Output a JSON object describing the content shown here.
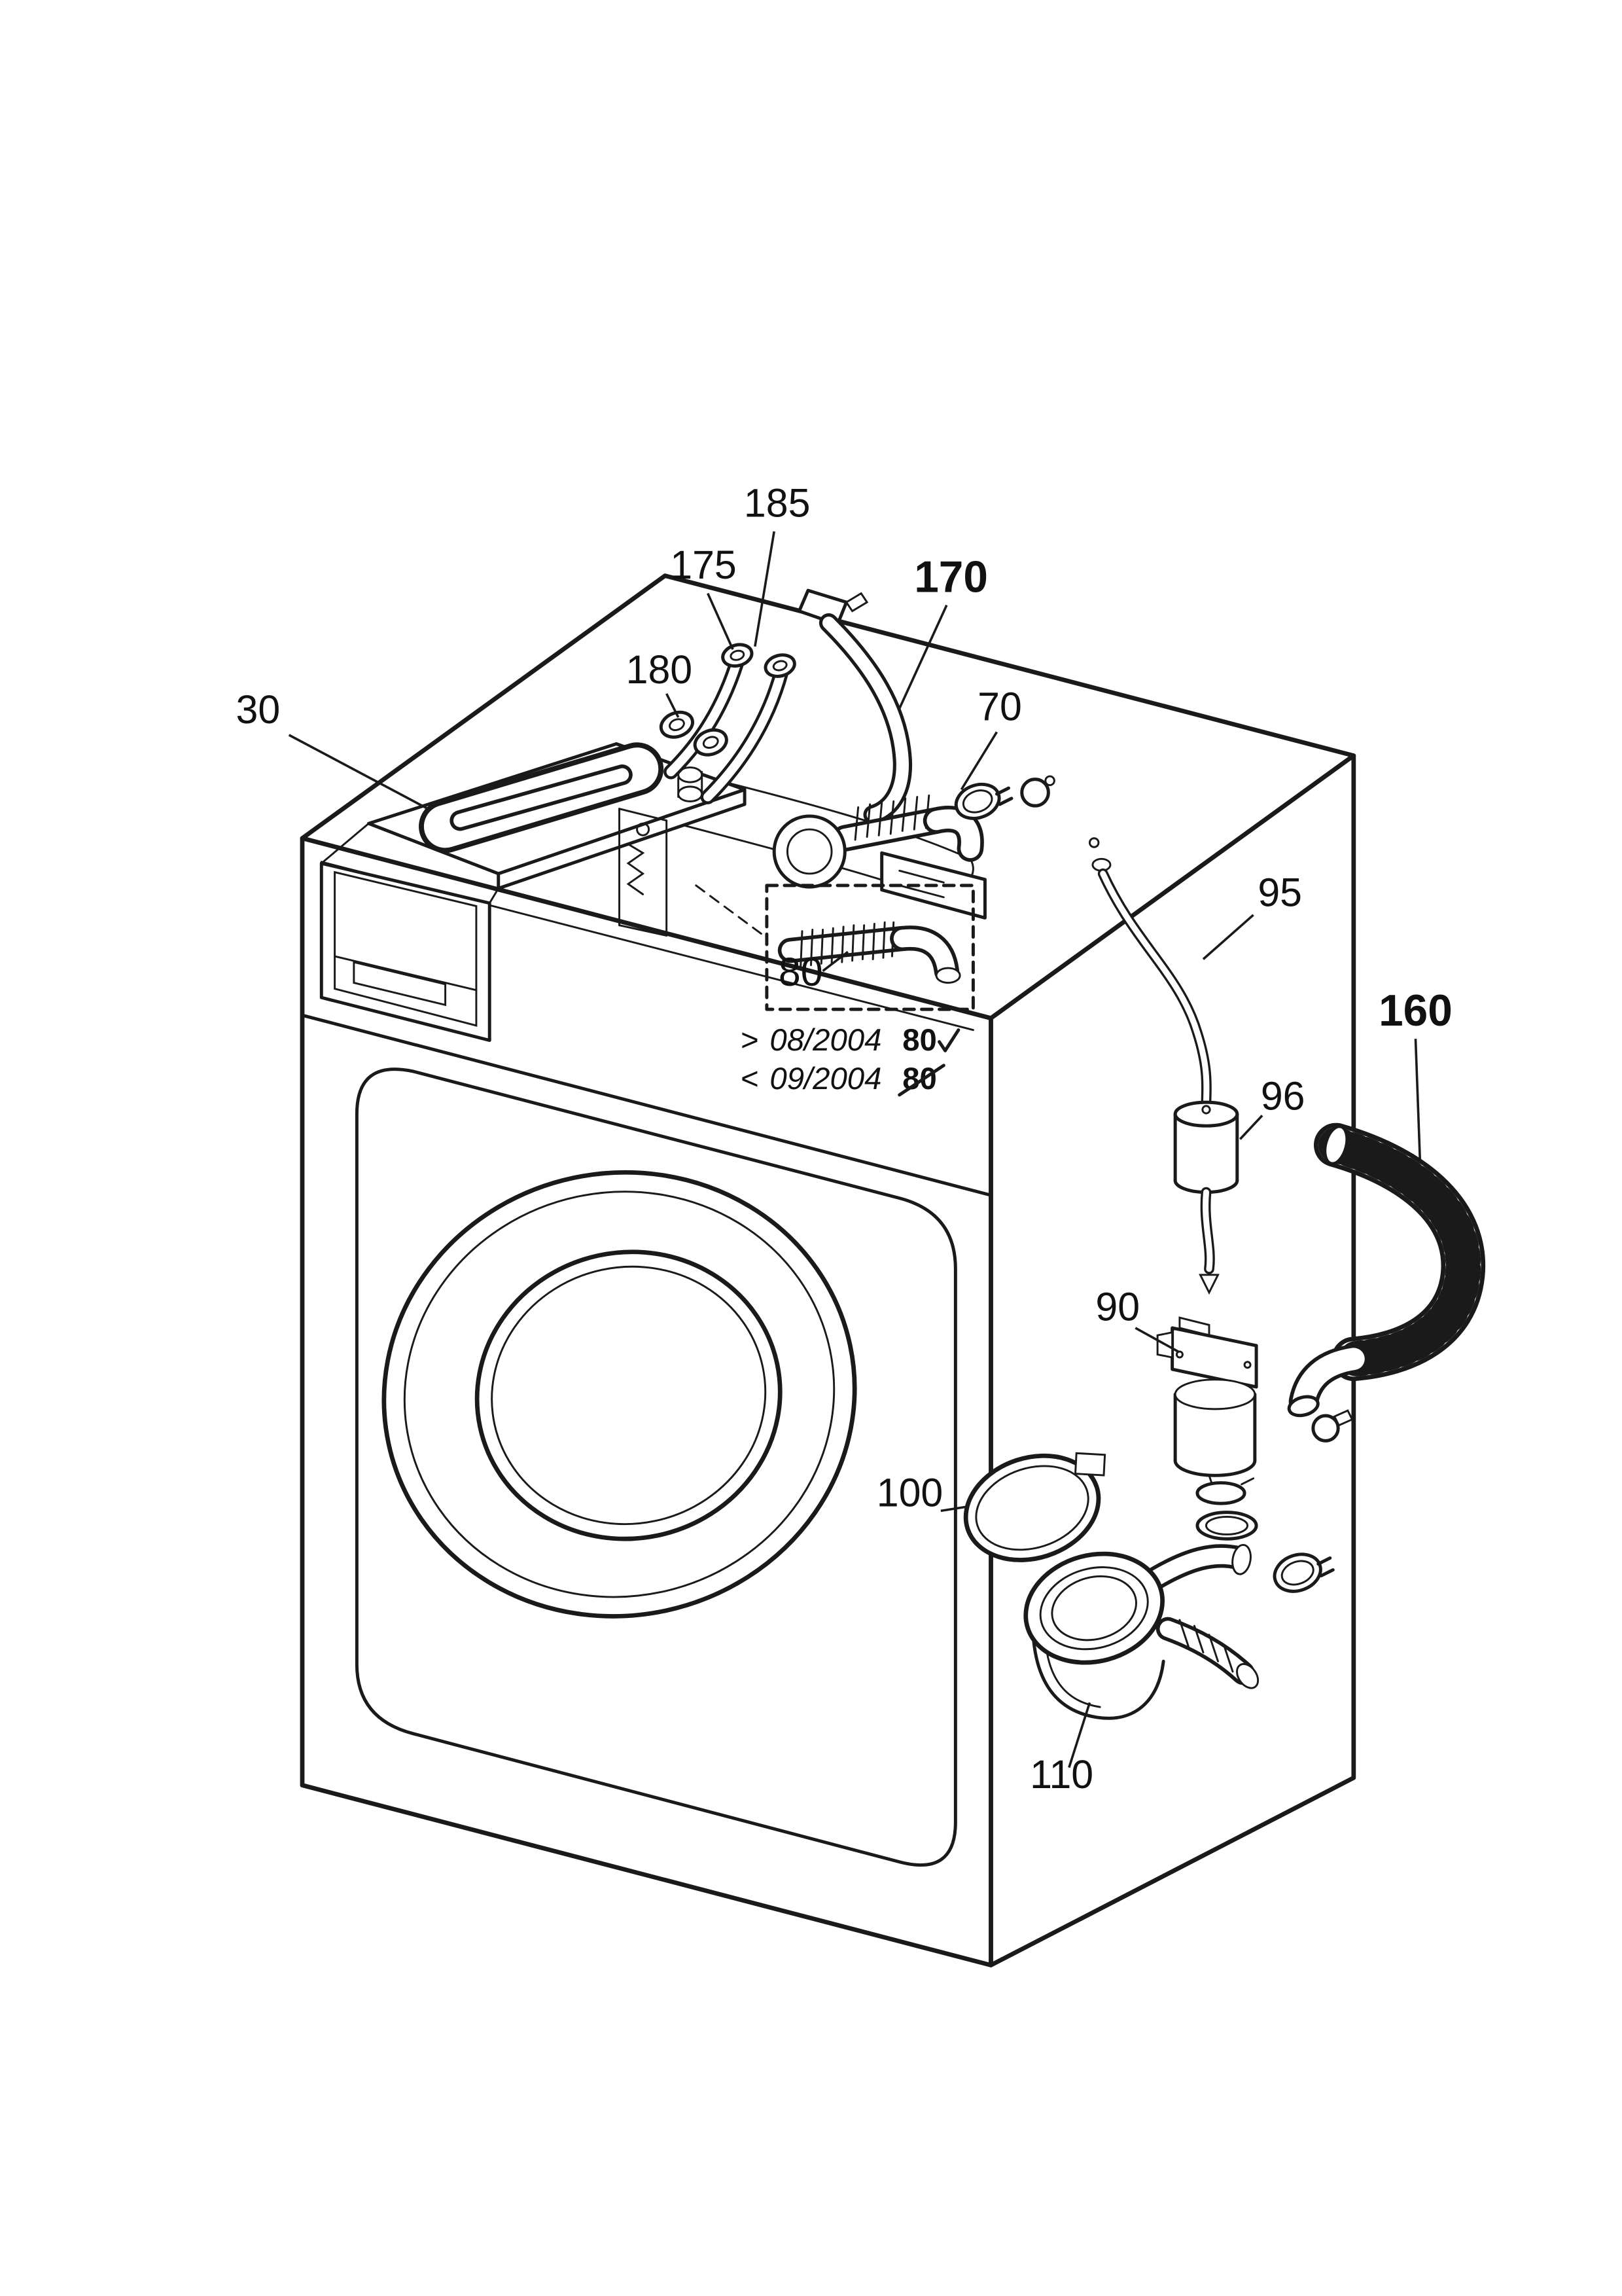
{
  "diagram": {
    "type": "exploded-parts-diagram",
    "subject": "washing machine cabinet with dispenser, inlet hoses, pump and drain hose",
    "colors": {
      "ink": "#1a1a1a",
      "paper": "#ffffff"
    },
    "callouts": {
      "c30": "30",
      "c70": "70",
      "c80": "80",
      "c90": "90",
      "c95": "95",
      "c96": "96",
      "c100": "100",
      "c110": "110",
      "c160": "160",
      "c170": "170",
      "c175": "175",
      "c180": "180",
      "c185": "185"
    },
    "revision_notes": {
      "line1": {
        "prefix": ">",
        "date": "08/2004",
        "part": "80",
        "struck": false
      },
      "line2": {
        "prefix": "<",
        "date": "09/2004",
        "part": "80",
        "struck": true
      }
    }
  }
}
